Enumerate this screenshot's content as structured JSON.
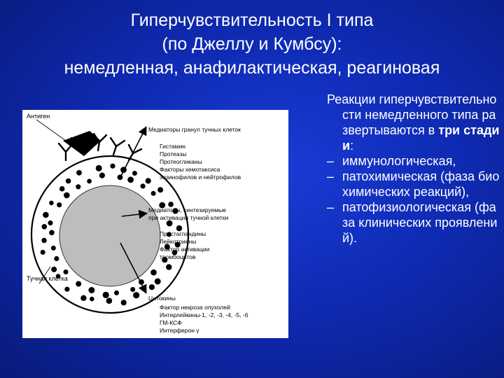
{
  "slide": {
    "title_lines": [
      "Гиперчувствительность I типа",
      "(по Джеллу и Кумбсу):",
      "немедленная, анафилактическая, реагиновая"
    ]
  },
  "figure": {
    "antigen_label": "Антиген",
    "cell_label": "Тучная клетка",
    "group1": {
      "title": "Медиаторы гранул тучных клеток",
      "items": [
        "Гистамин",
        "Протеазы",
        "Протеогликаны",
        "Факторы хемотаксиса",
        "эозинофилов и нейтрофилов"
      ]
    },
    "group2": {
      "title_lines": [
        "Медиаторы, синтезируемые",
        "при активации тучной клетки"
      ],
      "items": [
        "Простагландины",
        "Лейкотриены",
        "Фактор активации",
        "тромбоцитов"
      ]
    },
    "group3": {
      "title": "Цитокины",
      "items": [
        "Фактор некроза опухолей",
        "Интерлейкины-1, -2, -3, -4, -5, -6",
        "ГМ-КСФ",
        "Интерферон γ"
      ]
    }
  },
  "stages_text": {
    "intro_before": "Реакции гиперчувствительности немедленного типа развертываются в ",
    "intro_bold": "три стадии",
    "intro_after": ":",
    "dash": "–",
    "stages": [
      "иммунологическая,",
      "патохимическая (фаза биохимических реакций),",
      "патофизиологическая (фаза клинических проявлений)."
    ]
  }
}
